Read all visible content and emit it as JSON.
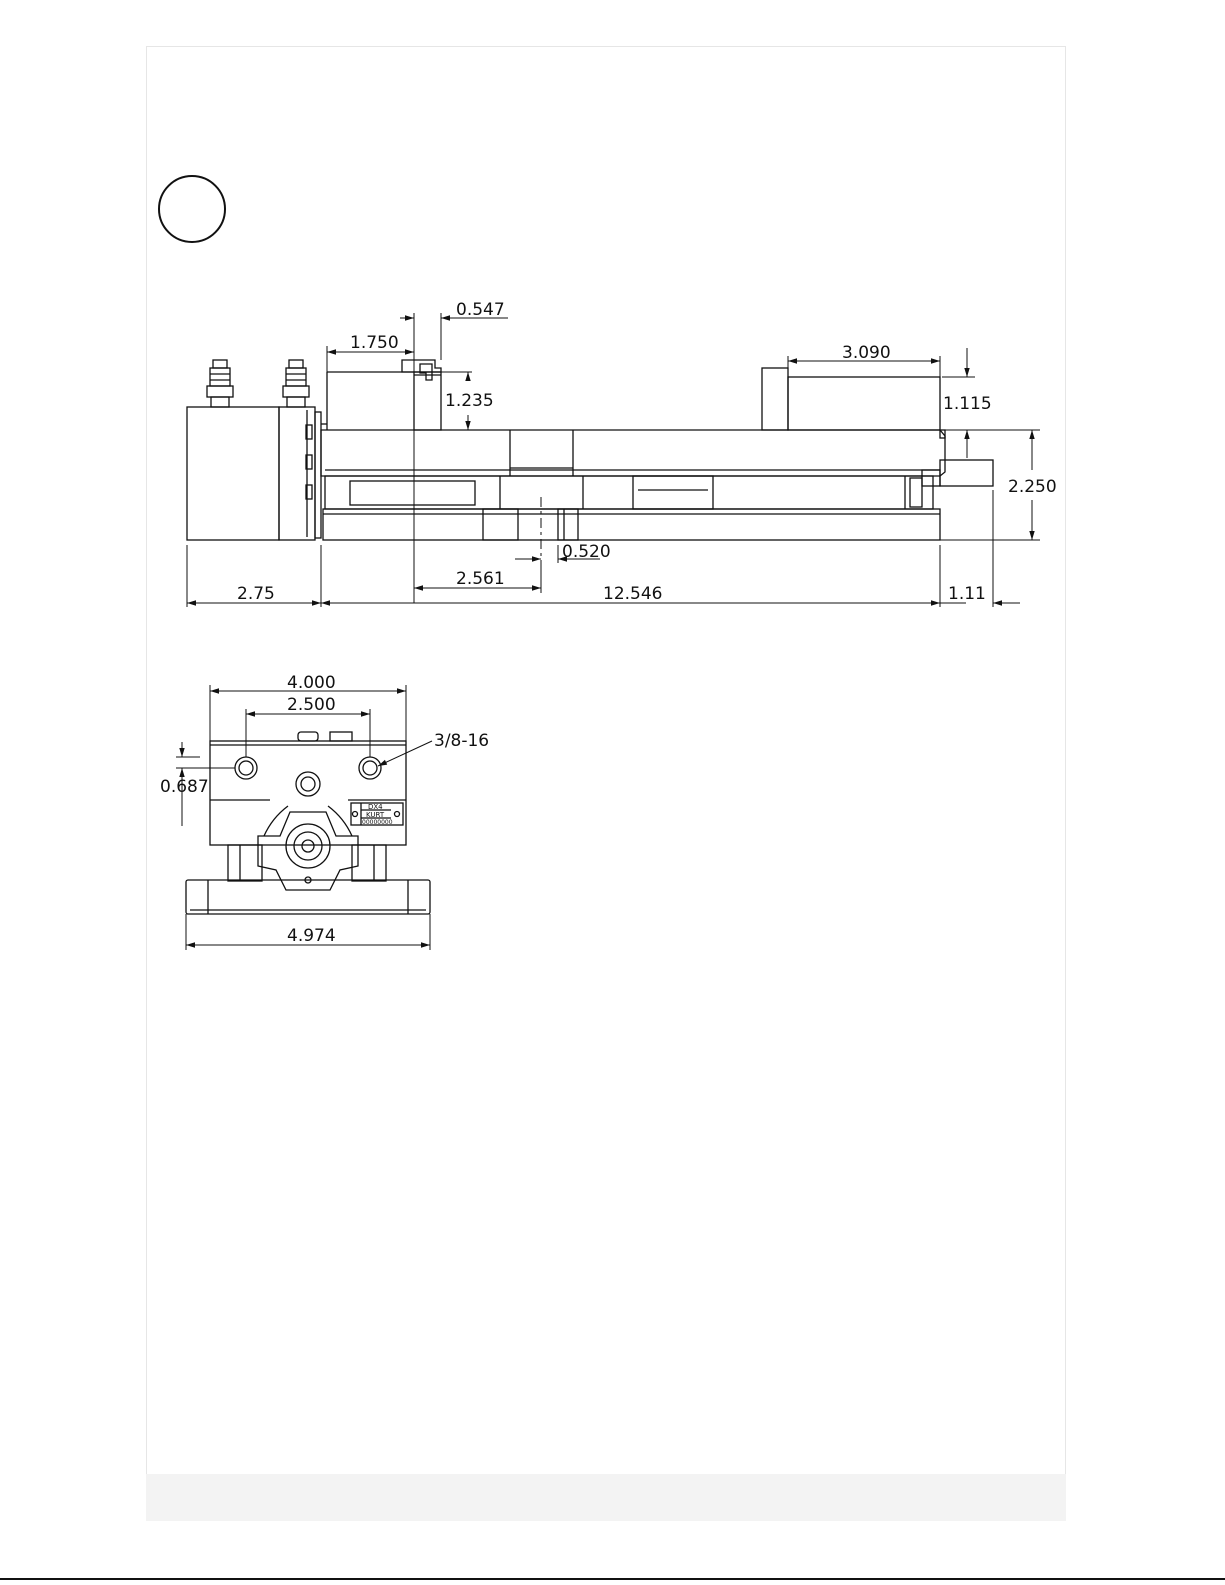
{
  "side_view": {
    "dims": {
      "d0547": "0.547",
      "d1750": "1.750",
      "d1235": "1.235",
      "d3090": "3.090",
      "d1115": "1.115",
      "d2250": "2.250",
      "d0520": "0.520",
      "d2561": "2.561",
      "d275": "2.75",
      "d12546": "12.546",
      "d111": "1.11"
    }
  },
  "end_view": {
    "dims": {
      "d4000": "4.000",
      "d2500": "2.500",
      "d0687": "0.687",
      "d4974": "4.974"
    },
    "thread_callout": "3/8-16",
    "nameplate": {
      "line1": "DX4",
      "line2": "KURT",
      "line3": "00000000"
    }
  },
  "colors": {
    "line": "#111111",
    "sheet_border": "#e6e6e6",
    "footer": "#f3f3f3"
  }
}
